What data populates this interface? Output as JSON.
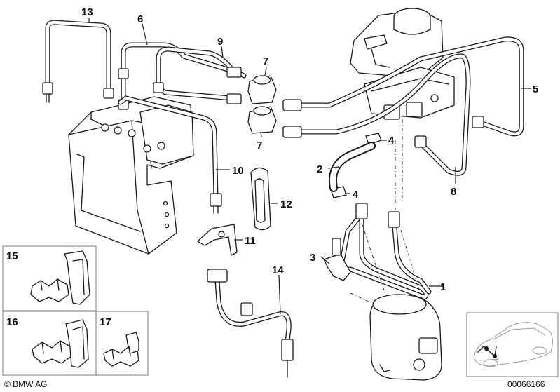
{
  "callouts": {
    "c13": "13",
    "c6": "6",
    "c9": "9",
    "c7a": "7",
    "c7b": "7",
    "c5": "5",
    "c4a": "4",
    "c4b": "4",
    "c2": "2",
    "c8": "8",
    "c10": "10",
    "c12": "12",
    "c11": "11",
    "c14": "14",
    "c3": "3",
    "c1": "1",
    "c15": "15",
    "c16": "16",
    "c17": "17"
  },
  "footer": {
    "copyright": "© BMW AG",
    "diagram_number": "00066166"
  },
  "icons": {
    "logo": "bmw-ag-copyright",
    "locator": "car-locator-icon"
  }
}
